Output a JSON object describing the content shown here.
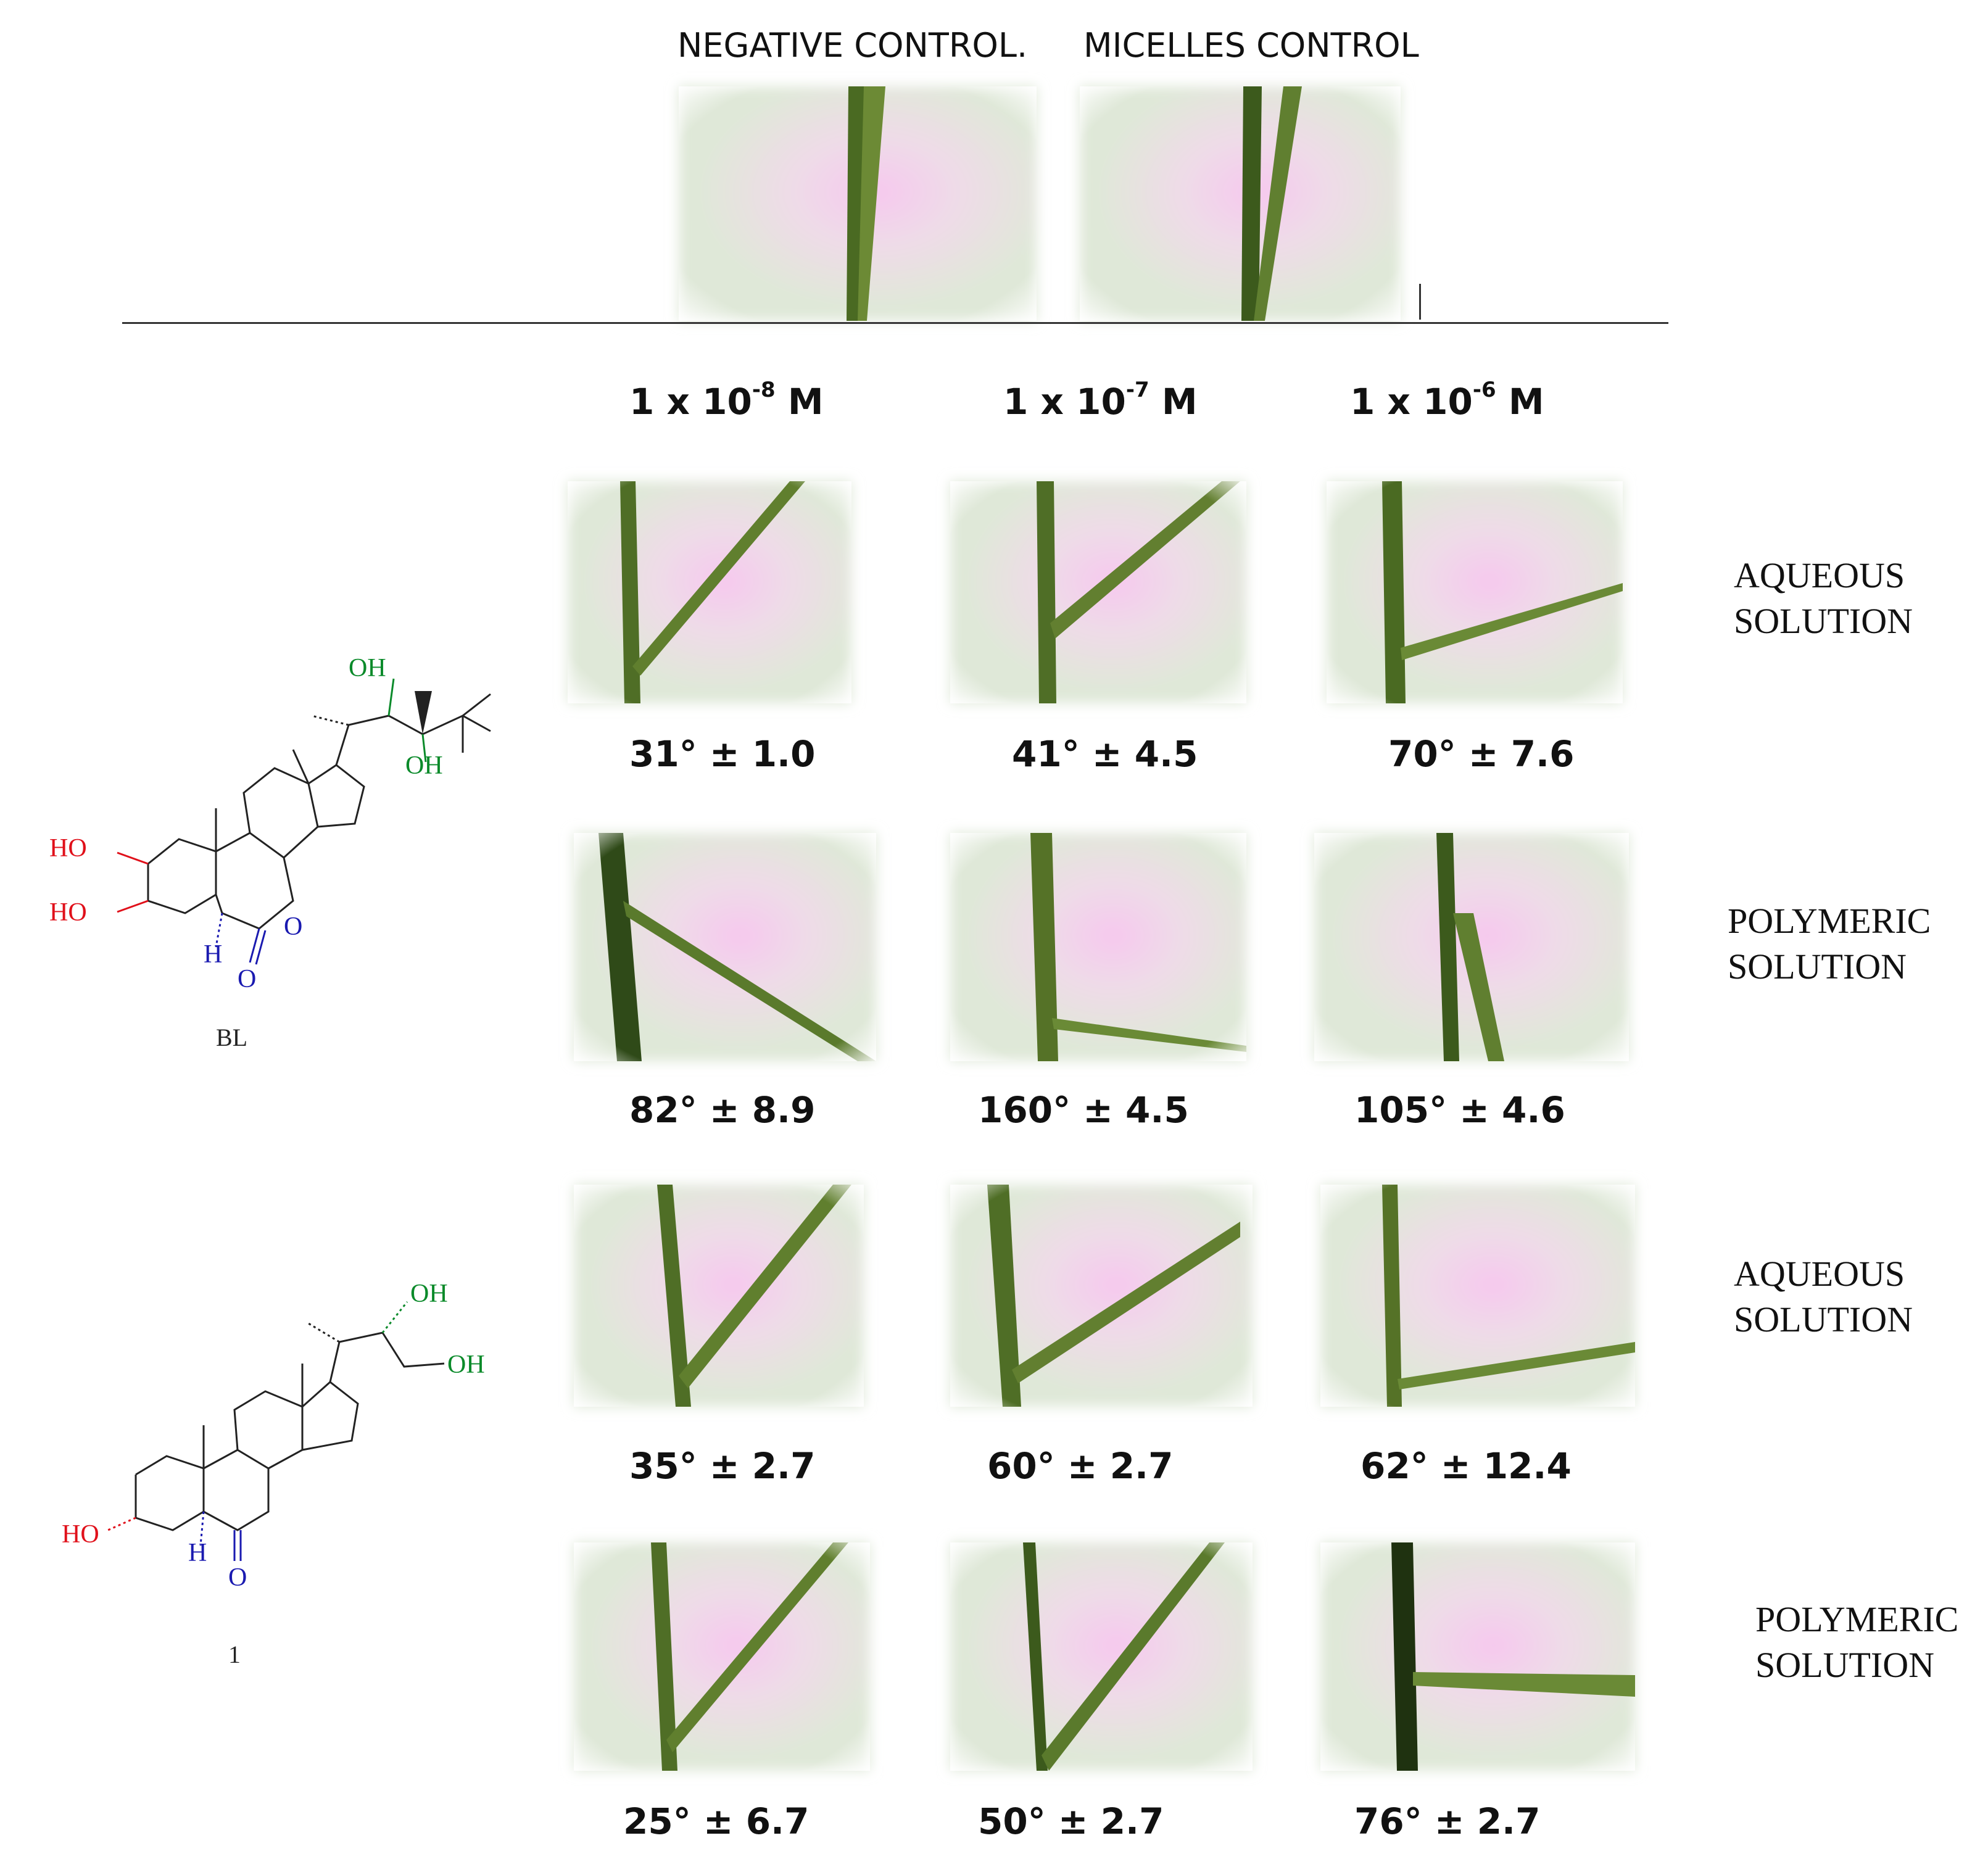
{
  "controls": {
    "negative": "NEGATIVE CONTROL.",
    "micelles": "MICELLES CONTROL"
  },
  "concentrations": [
    {
      "base": "1 x 10",
      "exp": "-8",
      "unit": " M"
    },
    {
      "base": "1 x 10",
      "exp": "-7",
      "unit": " M"
    },
    {
      "base": "1 x 10",
      "exp": "-6",
      "unit": " M"
    }
  ],
  "treatments": [
    {
      "line1": "AQUEOUS",
      "line2": "SOLUTION"
    },
    {
      "line1": "POLYMERIC",
      "line2": "SOLUTION"
    },
    {
      "line1": "AQUEOUS",
      "line2": "SOLUTION"
    },
    {
      "line1": "POLYMERIC",
      "line2": "SOLUTION"
    }
  ],
  "angles": [
    [
      "31° ± 1.0",
      "41° ± 4.5",
      "70° ± 7.6"
    ],
    [
      "82° ± 8.9",
      "160° ± 4.5",
      "105° ± 4.6"
    ],
    [
      "35° ± 2.7",
      "60° ± 2.7",
      "62° ± 12.4"
    ],
    [
      "25° ± 6.7",
      "50° ± 2.7",
      "76° ± 2.7"
    ]
  ],
  "molecules": {
    "bl": {
      "name": "BL",
      "oh_top": "OH",
      "oh_bottom": "OH",
      "ho_upper": "HO",
      "ho_lower": "HO",
      "h": "H",
      "o_carbonyl": "O",
      "o_ring": "O"
    },
    "compound1": {
      "name": "1",
      "oh_top": "OH",
      "oh_side": "OH",
      "ho": "HO",
      "h": "H",
      "o_carbonyl": "O"
    }
  },
  "colors": {
    "hydroxyl_red": "#e0101a",
    "hydroxyl_green": "#0a8a2a",
    "carbonyl_blue": "#1a1ab0",
    "leaf_green": "#5b7a2c",
    "photo_bg": "#dfe8d8",
    "photo_glow": "#f6c8ee"
  }
}
